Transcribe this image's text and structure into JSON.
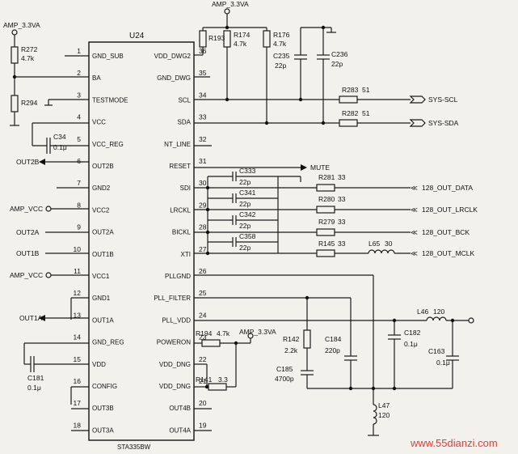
{
  "chip": {
    "name": "U24",
    "part": "STA335BW",
    "left_pins": [
      {
        "num": "1",
        "name": "GND_SUB"
      },
      {
        "num": "2",
        "name": "BA"
      },
      {
        "num": "3",
        "name": "TESTMODE"
      },
      {
        "num": "4",
        "name": "VCC"
      },
      {
        "num": "5",
        "name": "VCC_REG"
      },
      {
        "num": "6",
        "name": "OUT2B"
      },
      {
        "num": "7",
        "name": "GND2"
      },
      {
        "num": "8",
        "name": "VCC2"
      },
      {
        "num": "9",
        "name": "OUT2A"
      },
      {
        "num": "10",
        "name": "OUT1B"
      },
      {
        "num": "11",
        "name": "VCC1"
      },
      {
        "num": "12",
        "name": "GND1"
      },
      {
        "num": "13",
        "name": "OUT1A"
      },
      {
        "num": "14",
        "name": "GND_REG"
      },
      {
        "num": "15",
        "name": "VDD"
      },
      {
        "num": "16",
        "name": "CONFIG"
      },
      {
        "num": "17",
        "name": "OUT3B"
      },
      {
        "num": "18",
        "name": "OUT3A"
      }
    ],
    "right_pins": [
      {
        "num": "36",
        "name": "VDD_DWG2"
      },
      {
        "num": "35",
        "name": "GND_DWG"
      },
      {
        "num": "34",
        "name": "SCL"
      },
      {
        "num": "33",
        "name": "SDA"
      },
      {
        "num": "32",
        "name": "NT_LINE"
      },
      {
        "num": "31",
        "name": "RESET"
      },
      {
        "num": "30",
        "name": "SDI"
      },
      {
        "num": "29",
        "name": "LRCKL"
      },
      {
        "num": "28",
        "name": "BICKL"
      },
      {
        "num": "27",
        "name": "XTI"
      },
      {
        "num": "26",
        "name": "PLLGND"
      },
      {
        "num": "25",
        "name": "PLL_FILTER"
      },
      {
        "num": "24",
        "name": "PLL_VDD"
      },
      {
        "num": "23",
        "name": "POWERON"
      },
      {
        "num": "22",
        "name": "VDD_DNG"
      },
      {
        "num": "21",
        "name": "VDD_DNG"
      },
      {
        "num": "20",
        "name": "OUT4B"
      },
      {
        "num": "19",
        "name": "OUT4A"
      }
    ]
  },
  "nets": {
    "amp_top_left": "AMP_3.3VA",
    "amp_top": "AMP_3.3VA",
    "amp_poweron": "AMP_3.3VA",
    "amp_vcc8": "AMP_VCC",
    "amp_vcc11": "AMP_VCC",
    "out2b": "OUT2B",
    "out2a": "OUT2A",
    "out1b": "OUT1B",
    "out1a": "OUT1A",
    "sys_scl": "SYS-SCL",
    "sys_sda": "SYS-SDA",
    "mute": "MUTE",
    "data": "128_OUT_DATA",
    "lrclk": "128_OUT_LRCLK",
    "bck": "128_OUT_BCK",
    "mclk": "128_OUT_MCLK"
  },
  "parts": {
    "r272": "R272",
    "r272v": "4.7k",
    "r294": "R294",
    "c34": "C34",
    "c34v": "0.1μ",
    "r193": "R193",
    "r174": "R174",
    "r174v": "4.7k",
    "r176": "R176",
    "r176v": "4.7k",
    "c235": "C235",
    "c235v": "22p",
    "c236": "C236",
    "c236v": "22p",
    "r283": "R283",
    "r283v": "51",
    "r282": "R282",
    "r282v": "51",
    "c333": "C333",
    "c333v": "22p",
    "c341": "C341",
    "c341v": "22p",
    "c342": "C342",
    "c342v": "22p",
    "c358": "C358",
    "c358v": "22p",
    "r281": "R281",
    "r281v": "33",
    "r280": "R280",
    "r280v": "33",
    "r279": "R279",
    "r279v": "33",
    "r145": "R145",
    "r145v": "33",
    "l65": "L65",
    "l65v": "30",
    "r194": "R194",
    "r194v": "4.7k",
    "r141": "R141",
    "r141v": "3.3",
    "r142": "R142",
    "r142v": "2.2k",
    "c184": "C184",
    "c184v": "220p",
    "c185": "C185",
    "c185v": "4700p",
    "l46": "L46",
    "l46v": "120",
    "c182": "C182",
    "c182v": "0.1μ",
    "c163": "C163",
    "c163v": "0.1μ",
    "l47": "L47",
    "l47v": "120",
    "c181": "C181",
    "c181v": "0.1μ"
  },
  "watermark": "www.55dianzi.com"
}
